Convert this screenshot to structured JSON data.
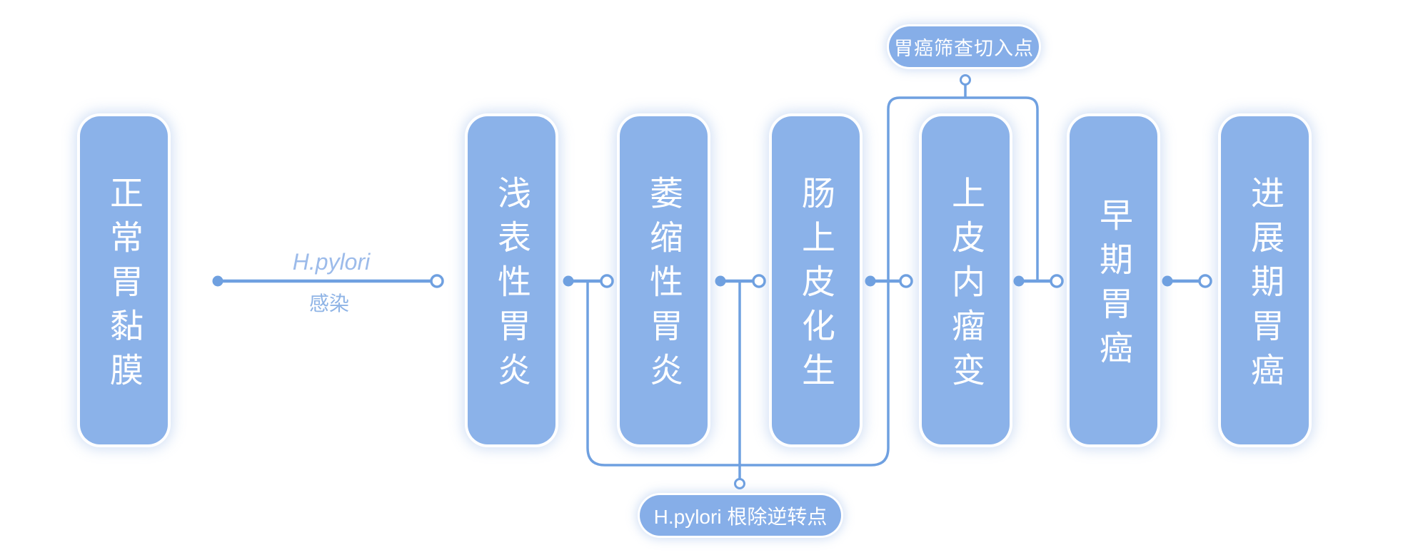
{
  "canvas": {
    "background": "#ffffff"
  },
  "palette": {
    "box_fill": "#8BB2E9",
    "pill_fill": "#86AEE8",
    "line": "#6FA0E0",
    "infection_text": "#9CBBEA",
    "box_text": "#FFFFFF"
  },
  "stages": [
    {
      "label": "正常胃黏膜"
    },
    {
      "label": "浅表性胃炎"
    },
    {
      "label": "萎缩性胃炎"
    },
    {
      "label": "肠上皮化生"
    },
    {
      "label": "上皮内瘤变"
    },
    {
      "label": "早期胃癌"
    },
    {
      "label": "进展期胃癌"
    }
  ],
  "infection_label": {
    "line1": "H.pylori",
    "line2": "感染"
  },
  "annotations": {
    "screening": "胃癌筛查切入点",
    "eradication": "H.pylori 根除逆转点"
  }
}
